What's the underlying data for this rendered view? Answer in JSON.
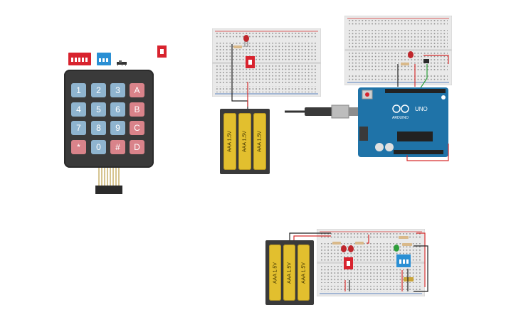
{
  "keypad": {
    "rows": [
      [
        "1",
        "2",
        "3",
        "A"
      ],
      [
        "4",
        "5",
        "6",
        "B"
      ],
      [
        "7",
        "8",
        "9",
        "C"
      ],
      [
        "*",
        "0",
        "#",
        "D"
      ]
    ]
  },
  "battery_top": {
    "cells": [
      "AAA 1.5V",
      "AAA 1.5V",
      "AAA 1.5V"
    ]
  },
  "battery_bottom": {
    "cells": [
      "AAA 1.5V",
      "AAA 1.5V",
      "AAA 1.5V"
    ]
  },
  "arduino": {
    "label": "UNO",
    "brand": "ARDUINO"
  },
  "colors": {
    "breadboard": "#e9e9e9",
    "wire_red": "#d62f2f",
    "wire_black": "#222222",
    "wire_green": "#2e9e3a",
    "board_blue": "#1f73a8",
    "battery_yellow": "#e2bf2e",
    "dip_red": "#d8232e",
    "dip_blue": "#2a8fd4"
  }
}
